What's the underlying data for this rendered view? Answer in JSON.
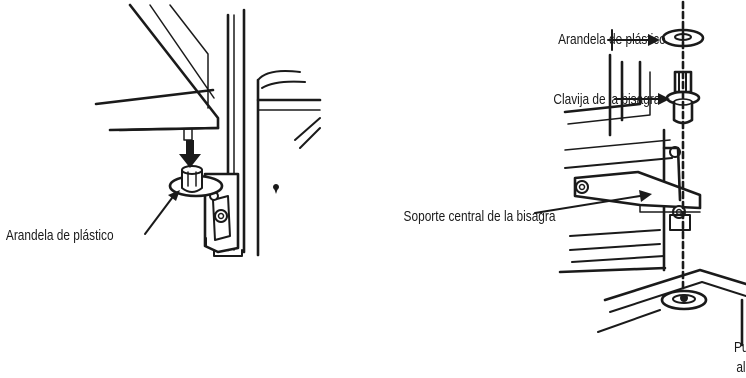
{
  "labels": {
    "left_washer": "Arandela de plástico",
    "top_washer": "Arandela de plástico",
    "hinge_pin": "Clavija de la bisagra",
    "center_bracket": "Soporte central de la bisagra",
    "fresh_food_door_line1": "Puerta de los",
    "fresh_food_door_line2": "alimentos frescos"
  },
  "colors": {
    "ink": "#1a1a1a",
    "background": "#ffffff"
  }
}
